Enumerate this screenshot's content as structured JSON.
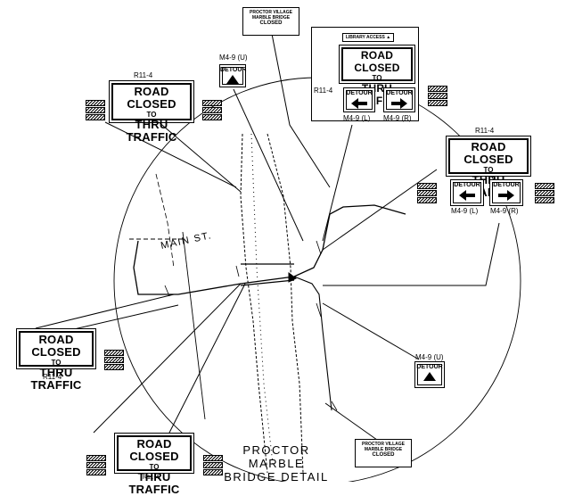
{
  "signs": {
    "road_closed": {
      "line1": "ROAD CLOSED",
      "line2": "TO",
      "line3": "THRU TRAFFIC"
    },
    "r11_4": "R11-4",
    "detour": "DETOUR",
    "m4_9_u": "M4-9 (U)",
    "m4_9_l": "M4-9 (L)",
    "m4_9_r": "M4-9 (R)",
    "proctor_village": {
      "line1": "PROCTOR VILLAGE",
      "line2": "MARBLE BRIDGE",
      "line3": "CLOSED"
    },
    "library_access": "LIBRARY ACCESS"
  },
  "map": {
    "street_label": "MAIN ST."
  },
  "caption": {
    "line1": "PROCTOR MARBLE",
    "line2": "BRIDGE DETAIL"
  }
}
